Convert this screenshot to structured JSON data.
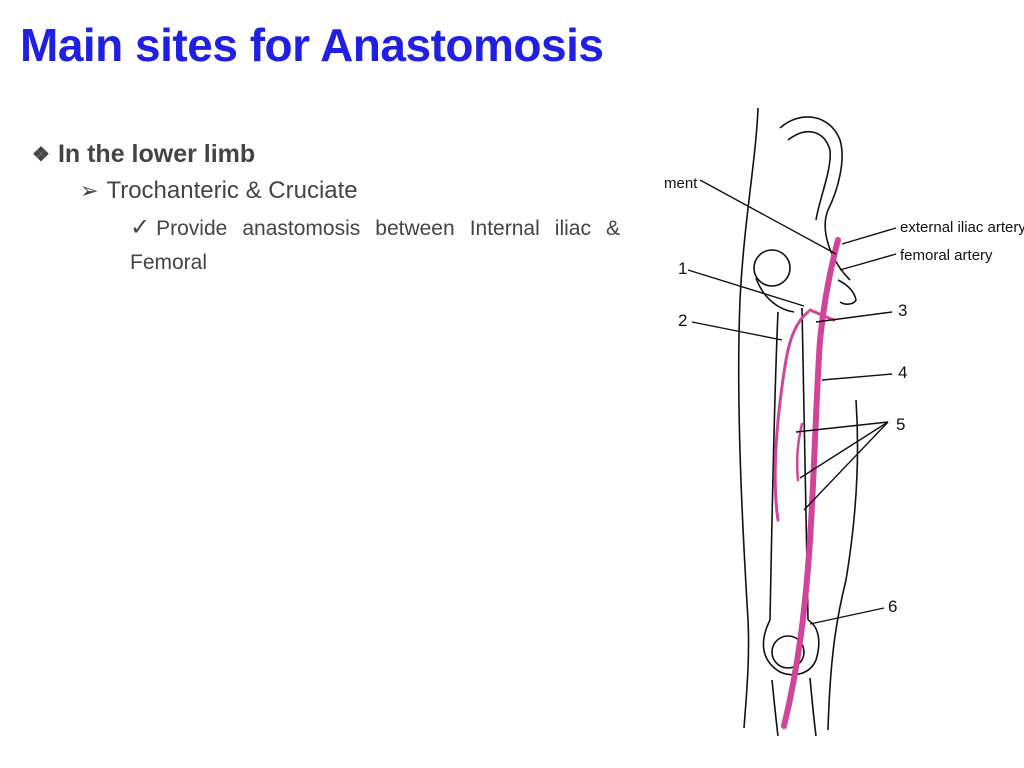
{
  "slide": {
    "title": "Main sites for Anastomosis",
    "bullet1": {
      "marker": "❖",
      "text": "In the lower limb"
    },
    "bullet2": {
      "marker": "➢",
      "text": "Trochanteric & Cruciate"
    },
    "bullet3": {
      "marker": "✓",
      "text": "Provide anastomosis between Internal iliac & Femoral"
    }
  },
  "diagram": {
    "labels": {
      "ligament_partial": "ment",
      "external_iliac": "external iliac artery",
      "femoral": "femoral artery",
      "n1": "1",
      "n2": "2",
      "n3": "3",
      "n4": "4",
      "n5": "5",
      "n6": "6"
    },
    "artery_color": "#d2439a",
    "line_color": "#111111"
  }
}
